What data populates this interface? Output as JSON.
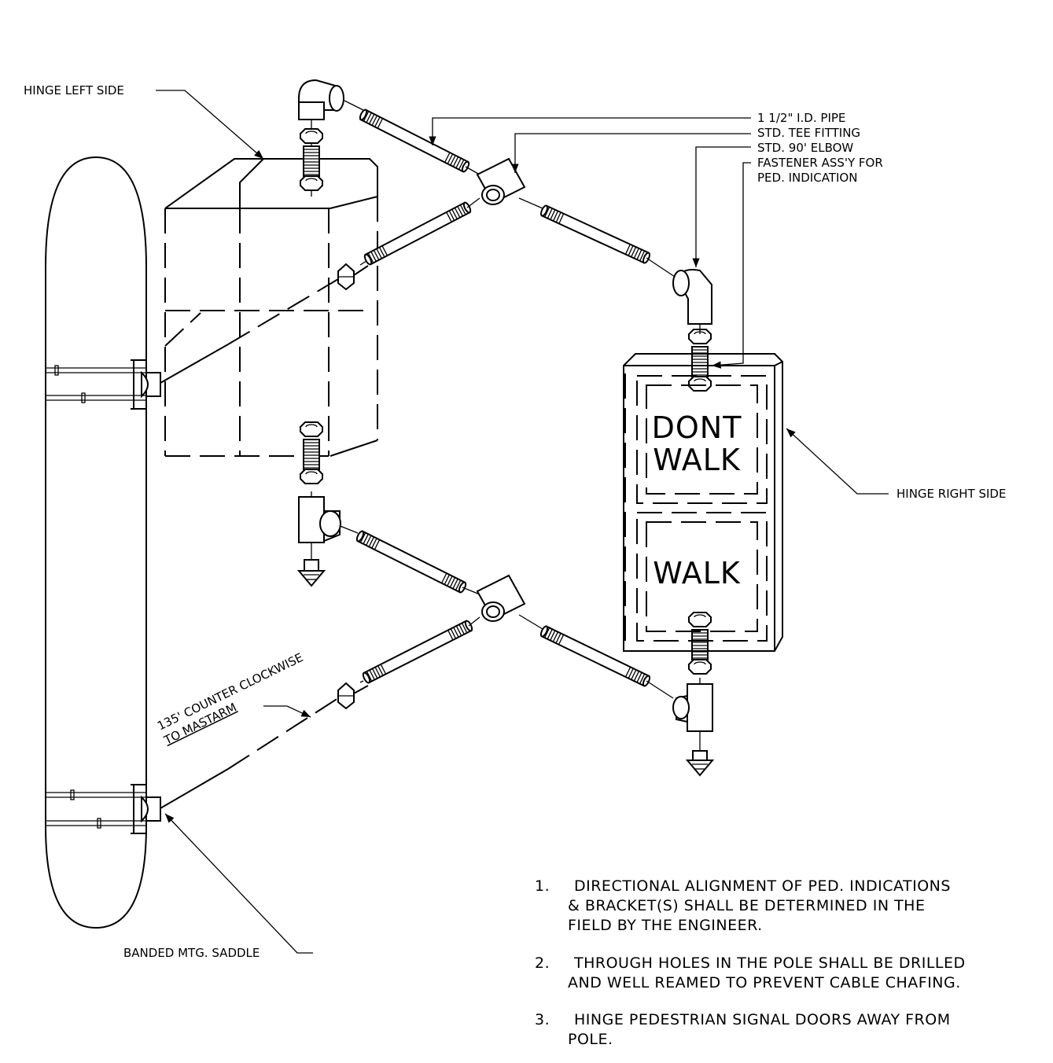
{
  "labels": {
    "hinge_left": "HINGE LEFT SIDE",
    "hinge_right": "HINGE RIGHT SIDE",
    "pipe": "1 1/2\" I.D. PIPE",
    "tee": "STD. TEE FITTING",
    "elbow": "STD. 90' ELBOW",
    "fastener_1": "FASTENER ASS'Y FOR",
    "fastener_2": "PED. INDICATION",
    "banded": "BANDED MTG. SADDLE",
    "rotation_1": "135' COUNTER CLOCKWISE",
    "rotation_2": "TO MASTARM"
  },
  "signal": {
    "dont": "DONT",
    "walk_top": "WALK",
    "walk": "WALK"
  },
  "notes": [
    {
      "num": "1.",
      "lines": [
        "DIRECTIONAL ALIGNMENT OF PED. INDICATIONS",
        "& BRACKET(S) SHALL BE DETERMINED IN THE",
        "FIELD BY THE ENGINEER."
      ]
    },
    {
      "num": "2.",
      "lines": [
        "THROUGH HOLES IN THE POLE SHALL BE DRILLED",
        "AND WELL REAMED TO PREVENT CABLE CHAFING."
      ]
    },
    {
      "num": "3.",
      "lines": [
        "HINGE PEDESTRIAN SIGNAL DOORS AWAY FROM",
        "POLE."
      ]
    }
  ]
}
